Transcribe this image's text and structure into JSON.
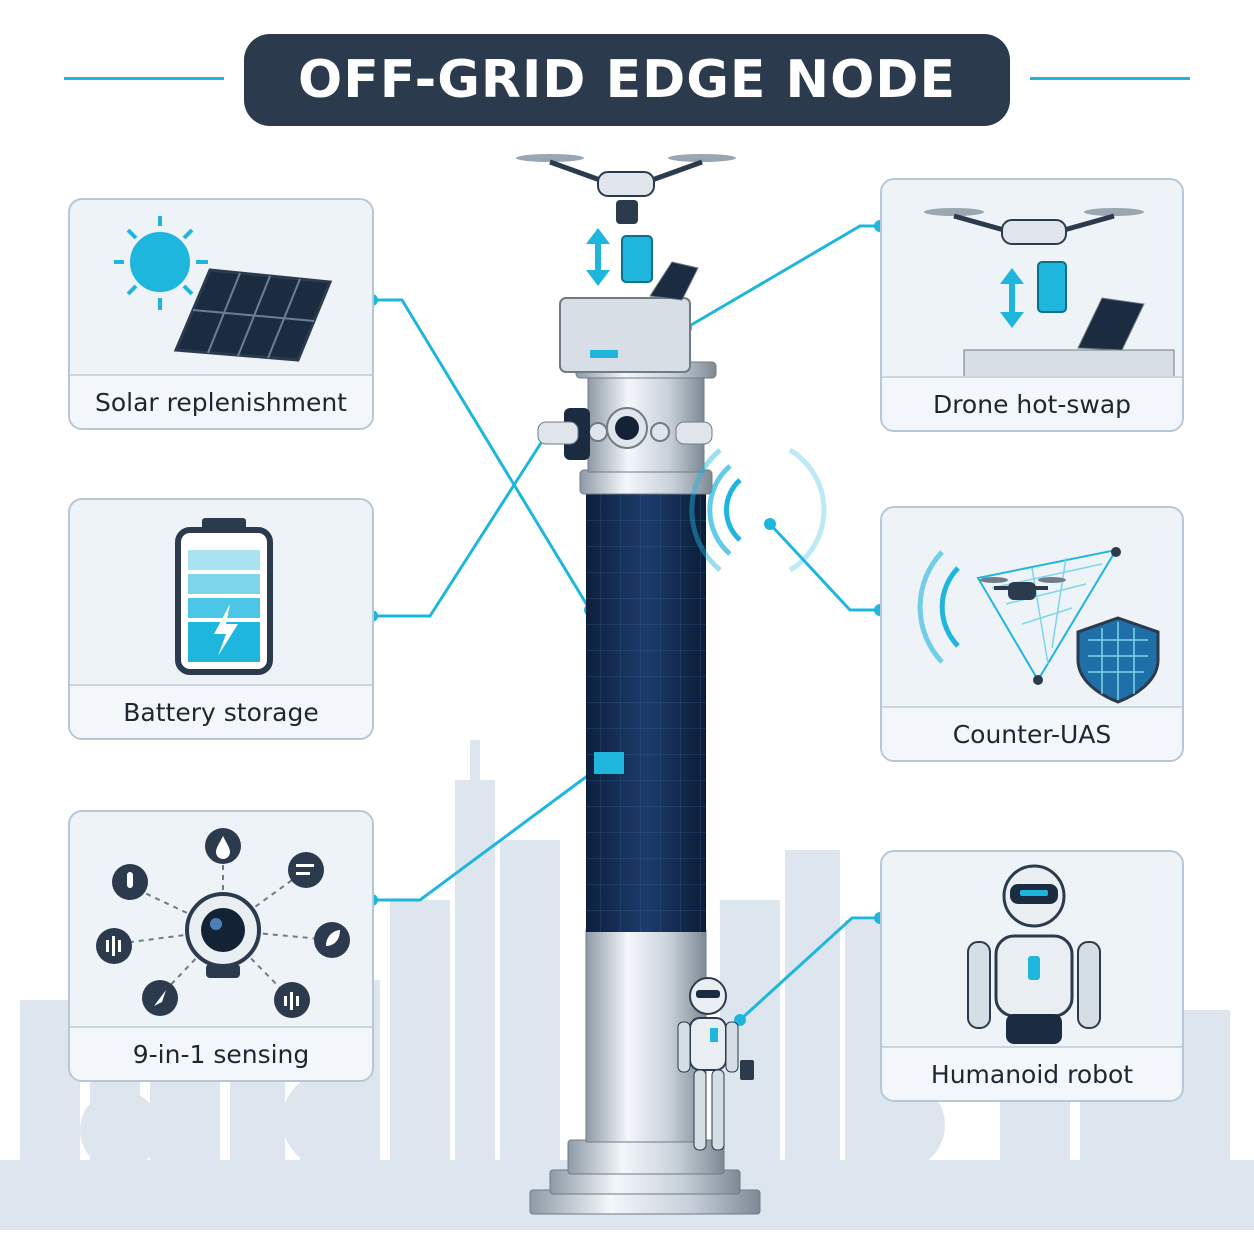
{
  "title": "OFF-GRID EDGE NODE",
  "features": [
    {
      "key": "solar",
      "label": "Solar replenishment"
    },
    {
      "key": "battery",
      "label": "Battery storage"
    },
    {
      "key": "sensing",
      "label": "9-in-1 sensing"
    },
    {
      "key": "drone",
      "label": "Drone hot-swap"
    },
    {
      "key": "cuas",
      "label": "Counter-UAS"
    },
    {
      "key": "robot",
      "label": "Humanoid robot"
    }
  ],
  "colors": {
    "accent": "#1fb6de",
    "navy": "#2b3a4c",
    "card_bg": "#eef3f8",
    "card_border": "#b7c7d6",
    "skyline": "#dde5ee"
  }
}
